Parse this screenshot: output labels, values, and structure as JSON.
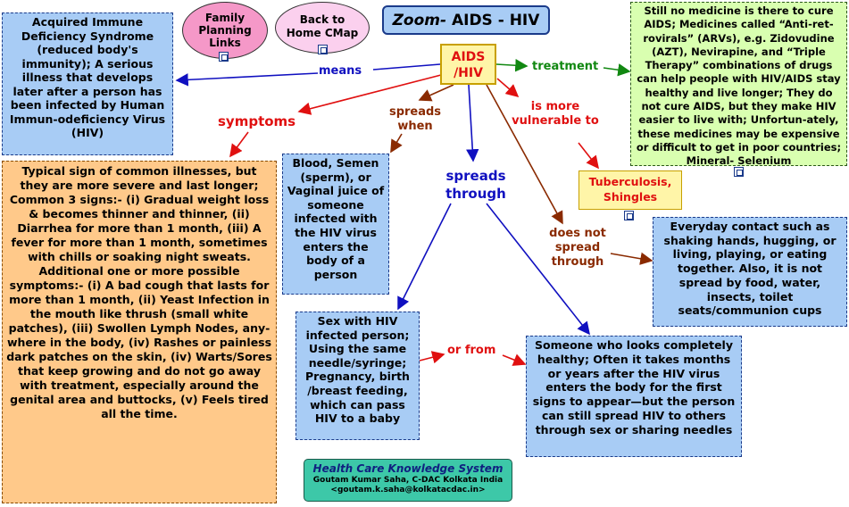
{
  "title": {
    "zoom": "Zoom-",
    "rest": " AIDS - HIV"
  },
  "buttons": {
    "family": "Family Planning Links",
    "back": "Back to Home CMap"
  },
  "center": "AIDS /HIV",
  "links": {
    "means": "means",
    "treatment": "treatment",
    "symptoms": "symptoms",
    "spreads_when": "spreads when",
    "spreads_through": "spreads through",
    "vulnerable": "is more vulnerable to",
    "not_spread": "does not spread through",
    "or_from": "or from"
  },
  "nodes": {
    "definition": "Acquired Immune Deficiency Syndrome (reduced body's immunity); A serious illness that develops later after a person has been infected by Human Immun-odeficiency Virus (HIV)",
    "treatment_text": "Still no medicine is there to cure AIDS; Medicines called “Anti-ret-rovirals” (ARVs), e.g. Zidovudine (AZT), Nevirapine, and “Triple Therapy” combinations of drugs can help people with HIV/AIDS stay healthy and live longer; They do not cure AIDS, but they make HIV easier to live with; Unfortun-ately, these medicines may be expensive or difficult to get in poor countries; Mineral- Selenium",
    "symptoms_text": "Typical sign of common illnesses, but they are more severe and last longer; Common 3 signs:- (i) Gradual weight loss & becomes thinner and thinner, (ii) Diarrhea for more than 1 month, (iii) A fever for more than 1 month, sometimes with chills or soaking night sweats. Additional one or more possible symptoms:- (i) A bad cough that lasts for more than 1 month, (ii) Yeast Infection in the mouth like thrush (small white patches), (iii) Swollen Lymph Nodes, any-where  in the body, (iv) Rashes or painless dark patches on the skin, (iv) Warts/Sores that keep growing and do not go away with treatment, especially around the genital area and buttocks, (v) Feels tired all the time.",
    "fluids": "Blood, Semen (sperm), or Vaginal juice of someone infected with the HIV virus enters the body of a person",
    "tb": "Tuberculosis, Shingles",
    "everyday": "Everyday contact such as shaking hands, hugging, or living, playing, or eating together. Also, it is not spread by food, water, insects, toilet seats/communion cups",
    "sex": "Sex with HIV infected person; Using the same needle/syringe; Pregnancy, birth /breast feeding, which can pass HIV to a baby",
    "someone": "Someone who looks completely healthy; Often it takes months or years after the HIV virus enters the body for the first signs to appear—but the person can still spread HIV to others through sex or sharing needles"
  },
  "footer": {
    "line1": "Health Care Knowledge System",
    "line2": "Goutam Kumar Saha, C-DAC Kolkata India",
    "line3": "<goutam.k.saha@kolkatacdac.in>"
  }
}
